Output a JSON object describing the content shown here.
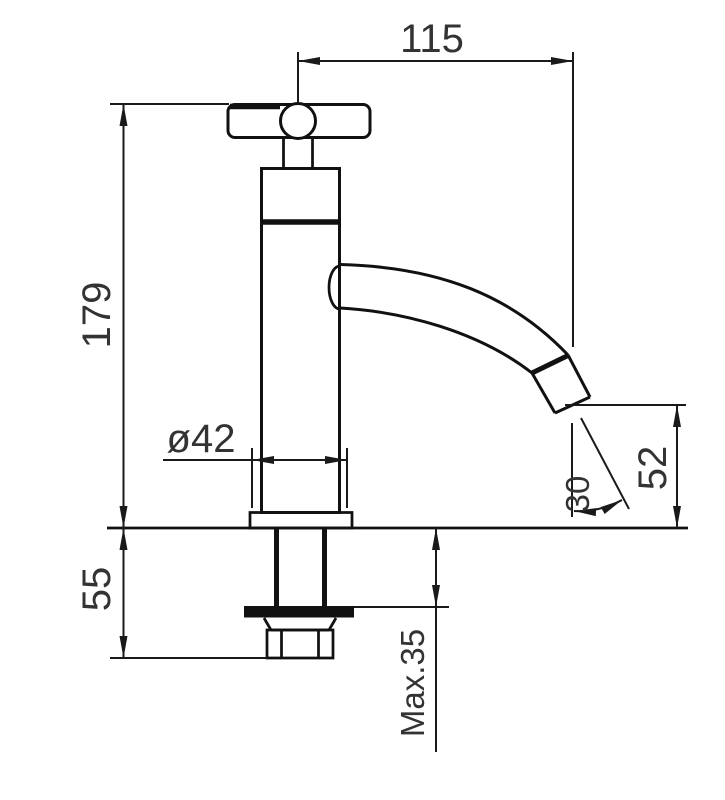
{
  "drawing": {
    "background": "#ffffff",
    "line_color": "#111111",
    "text_color": "#333333",
    "labels": {
      "spout_reach": "115",
      "total_height": "179",
      "base_diameter": "ø42",
      "spout_outlet_height": "52",
      "spout_angle": "30",
      "under_deck_length": "55",
      "max_deck_thickness": "Max.35"
    }
  }
}
